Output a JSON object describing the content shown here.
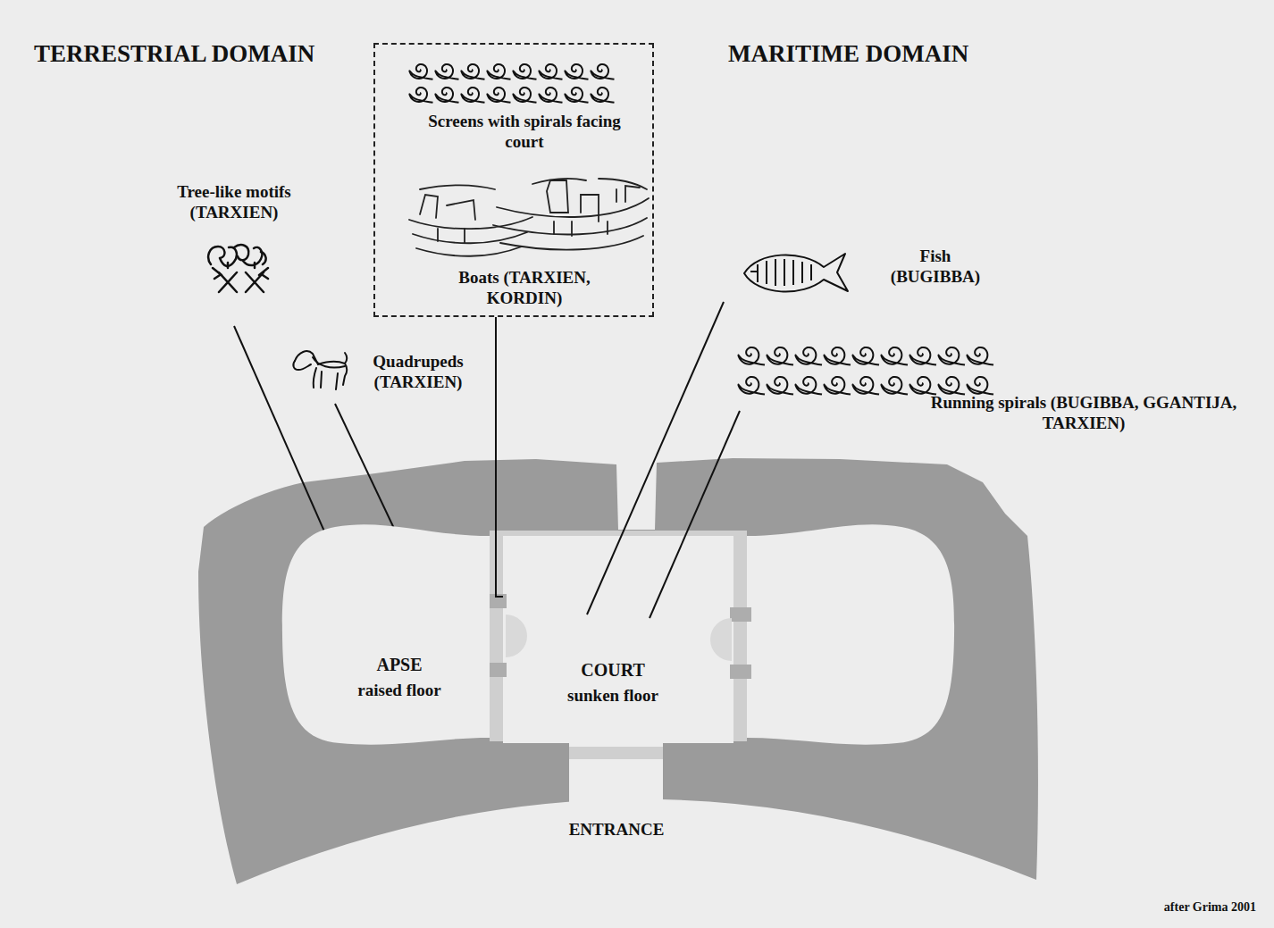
{
  "diagram": {
    "nodes": [
      {
        "text": [
          "Screens with spirals facing court",
          "Boats (TARXIEN, KORDIN)"
        ]
      },
      {
        "text": [
          "APSE",
          "raised floor"
        ]
      },
      {
        "text": [
          "COURT",
          "sunken floor"
        ]
      }
    ],
    "edges": [
      {
        "from": 0,
        "to": 2,
        "arrow": "none"
      }
    ],
    "labels": [
      "TERRESTRIAL DOMAIN",
      "MARITIME DOMAIN",
      "Tree-like motifs (TARXIEN)",
      "Quadrupeds (TARXIEN)",
      "Fish (BUGIBBA)",
      "Running spirals (BUGIBBA, GGANTIJA, TARXIEN)",
      "ENTRANCE",
      "after Grima 2001"
    ]
  }
}
